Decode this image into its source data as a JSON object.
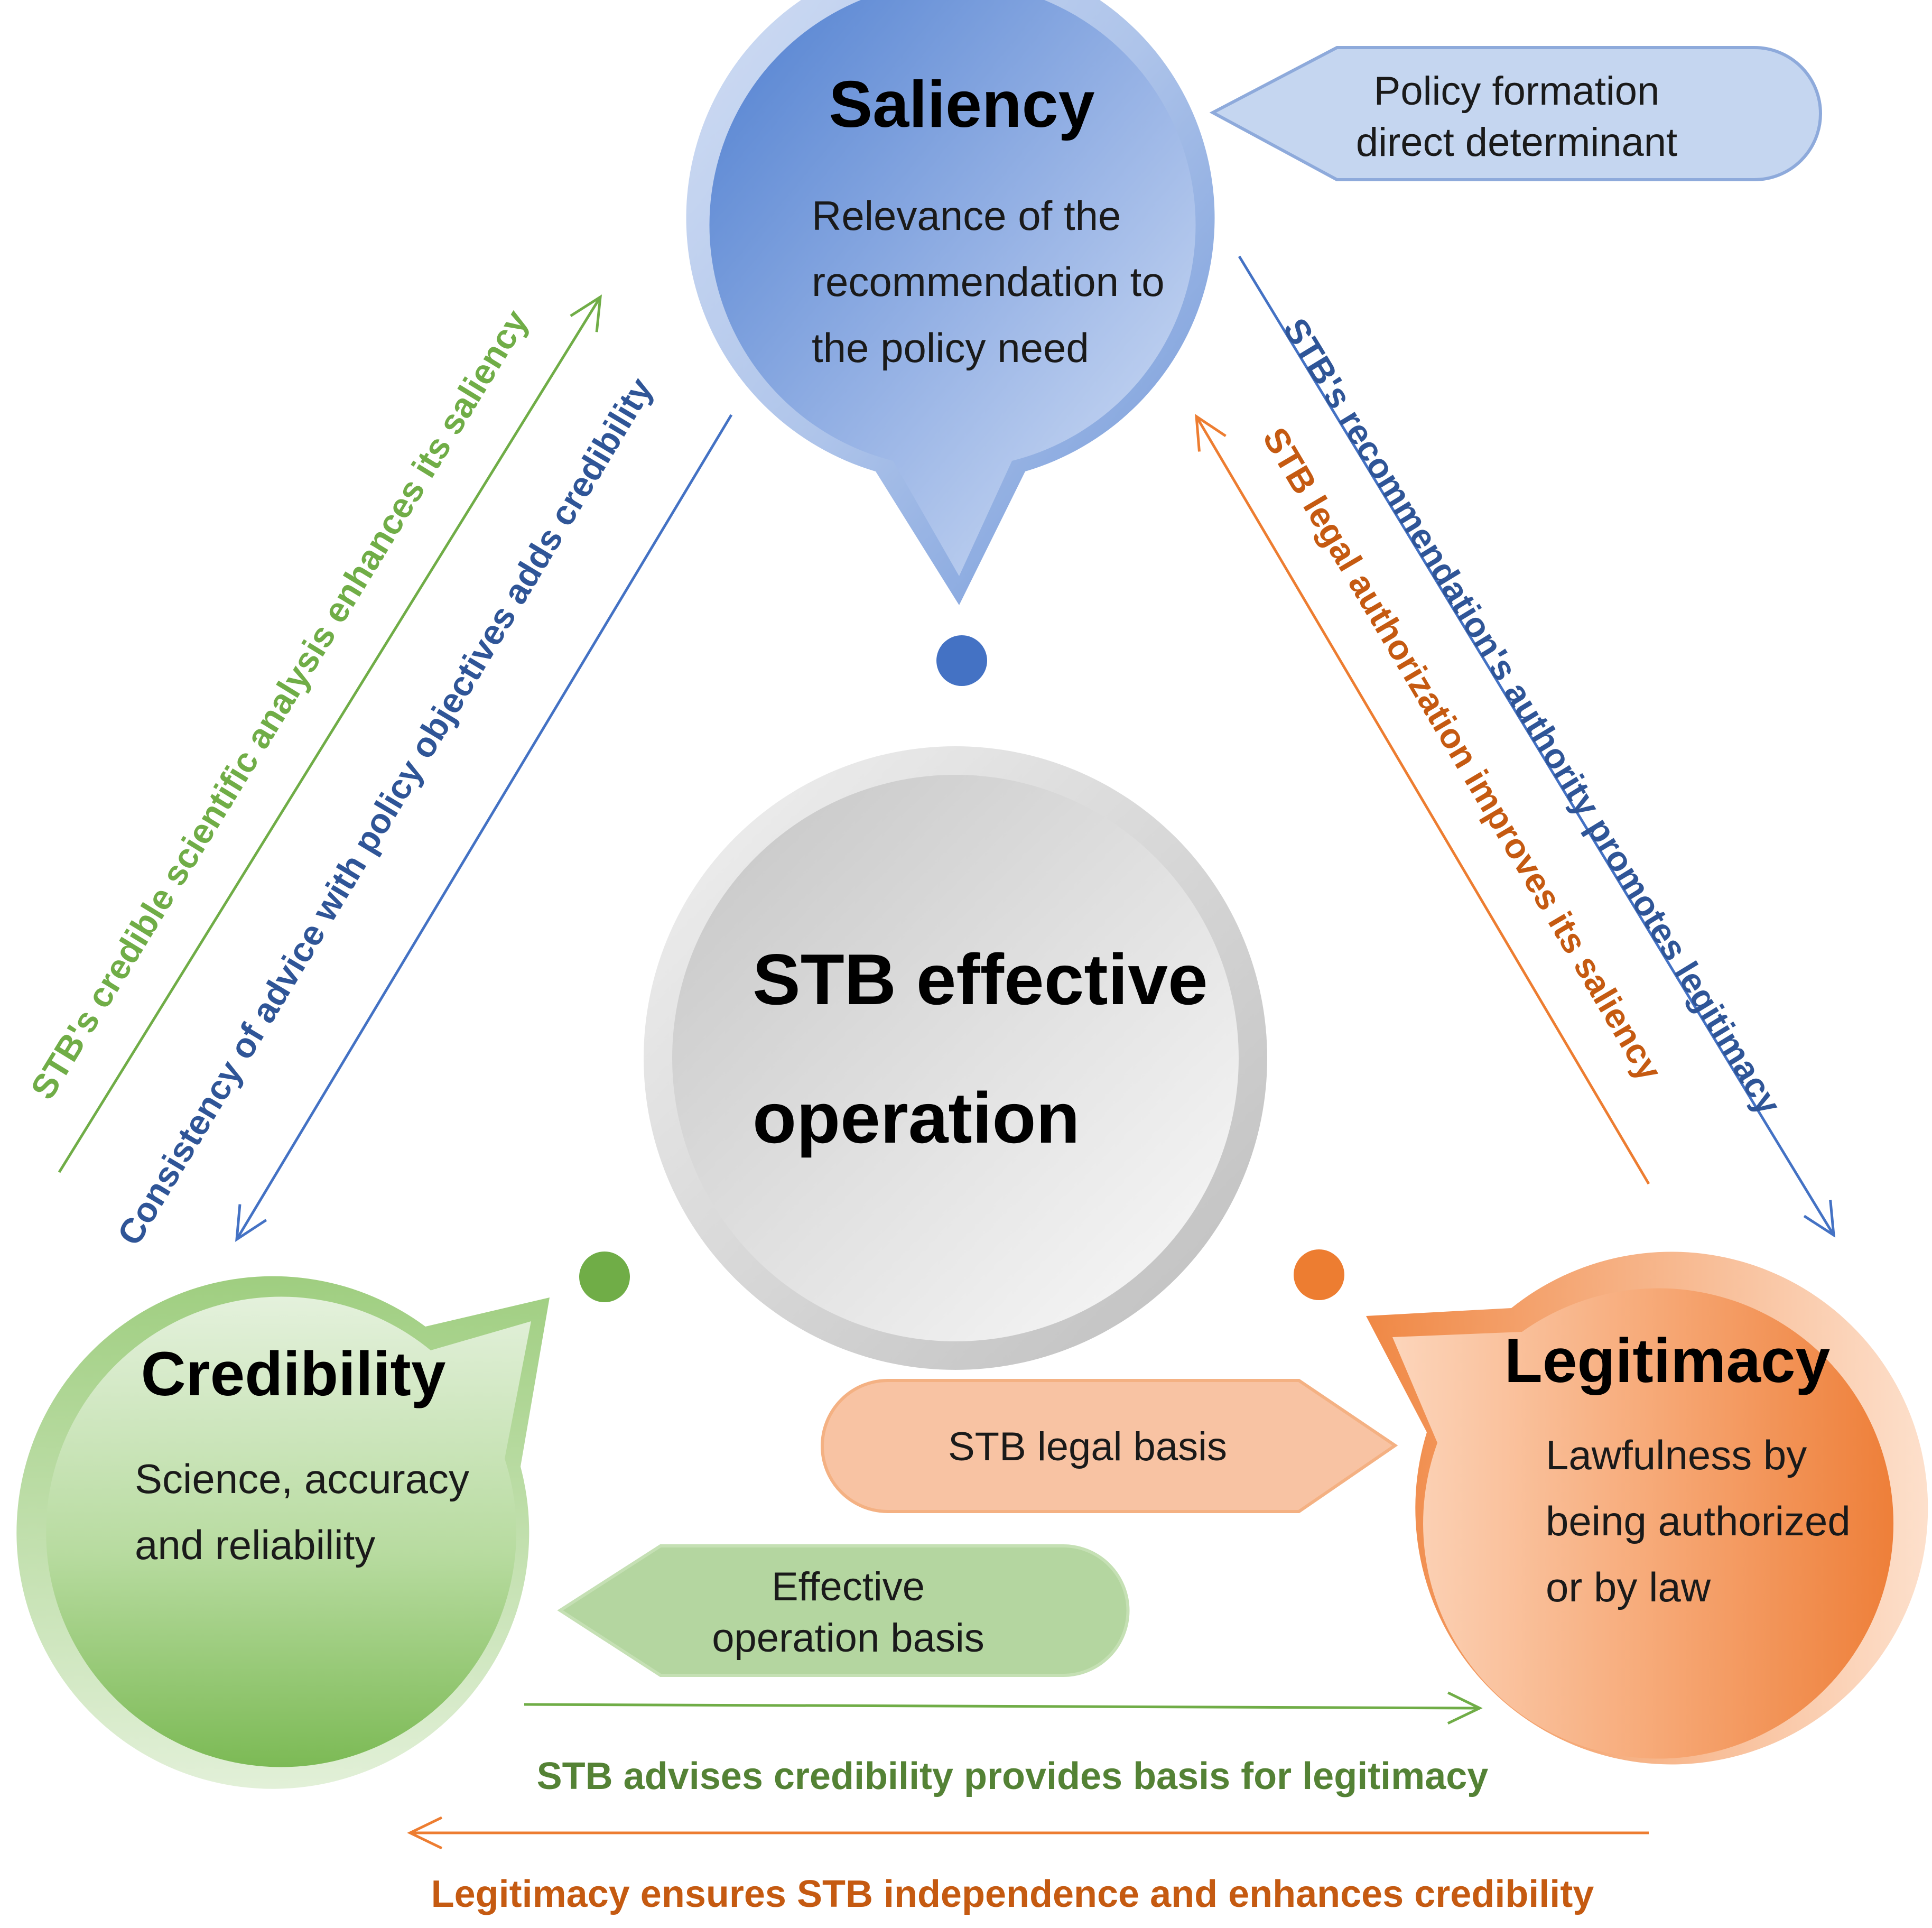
{
  "center": {
    "title_line1": "STB effective",
    "title_line2": "operation"
  },
  "saliency": {
    "title": "Saliency",
    "desc_line1": "Relevance of the",
    "desc_line2": "recommendation to",
    "desc_line3": "the policy need"
  },
  "credibility": {
    "title": "Credibility",
    "desc_line1": "Science, accuracy",
    "desc_line2": "and reliability"
  },
  "legitimacy": {
    "title": "Legitimacy",
    "desc_line1": "Lawfulness by",
    "desc_line2": "being authorized",
    "desc_line3": "or by law"
  },
  "tags": {
    "policy_line1": "Policy formation",
    "policy_line2": "direct determinant",
    "legal_basis": "STB legal basis",
    "operation_line1": "Effective",
    "operation_line2": "operation basis"
  },
  "arrows": {
    "credibility_to_saliency": "STB's credible scientific analysis enhances its saliency",
    "saliency_to_credibility": "Consistency of advice with policy objectives adds credibility",
    "saliency_to_legitimacy": "STB's recommendation's authority promotes legitimacy",
    "legitimacy_to_saliency": "STB legal authorization improves its saliency",
    "credibility_to_legitimacy": "STB advises credibility provides basis for legitimacy",
    "legitimacy_to_credibility": "Legitimacy ensures STB independence and enhances credibility"
  },
  "colors": {
    "blue": "#4472c4",
    "green": "#70ad47",
    "orange": "#ed7d31",
    "dark_green_text": "#548235",
    "dark_orange_text": "#c55a11",
    "blue_text": "#2f5597"
  }
}
